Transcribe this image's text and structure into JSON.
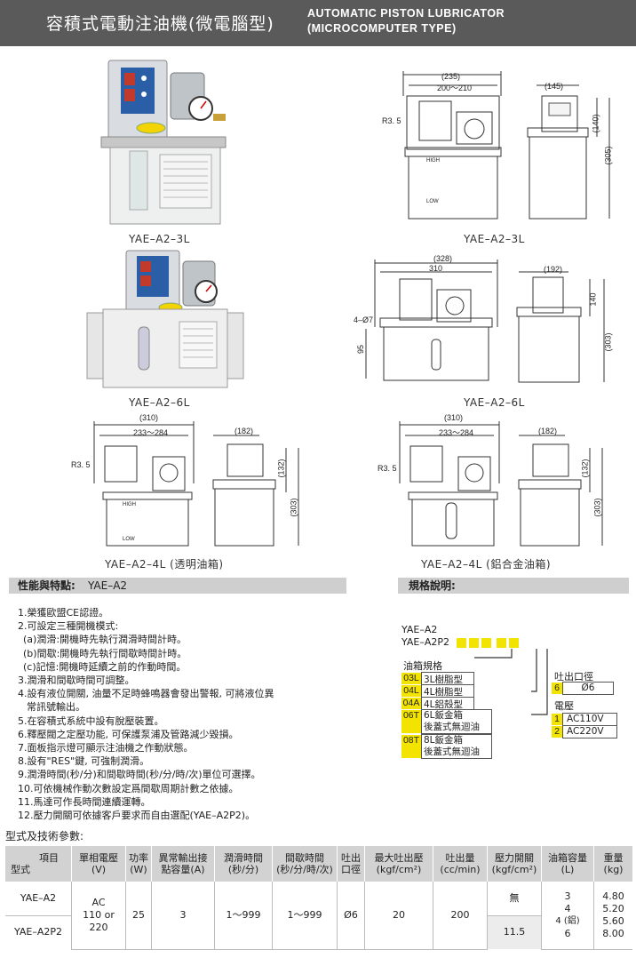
{
  "header": {
    "title_cn": "容積式電動注油機(微電腦型)",
    "title_en_1": "AUTOMATIC  PISTON  LUBRICATOR",
    "title_en_2": "(MICROCOMPUTER  TYPE)"
  },
  "photos": {
    "p3l": "YAE–A2–3L",
    "p6l": "YAE–A2–6L"
  },
  "drawings": {
    "d3l": {
      "caption": "YAE–A2–3L",
      "w1": "(235)",
      "w2": "200～210",
      "r": "R3. 5",
      "side_w": "(145)",
      "h1": "(140)",
      "h2": "(305)",
      "high": "HIGH",
      "low": "LOW"
    },
    "d6l": {
      "caption": "YAE–A2–6L",
      "w1": "(328)",
      "w2": "310",
      "hole": "4–Ø7",
      "h95": "95",
      "side_w": "(192)",
      "h1": "140",
      "h2": "(303)"
    },
    "d4l": {
      "caption": "YAE–A2–4L (透明油箱)",
      "w1": "(310)",
      "w2": "233～284",
      "r": "R3. 5",
      "side_w": "(182)",
      "h1": "(132)",
      "h2": "(303)",
      "high": "HIGH",
      "low": "LOW"
    },
    "d4la": {
      "caption": "YAE–A2–4L (鋁合金油箱)",
      "w1": "(310)",
      "w2": "233～284",
      "r": "R3. 5",
      "side_w": "(182)",
      "h1": "(132)",
      "h2": "(303)"
    }
  },
  "features": {
    "bar_label": "性能與特點:",
    "bar_model": "YAE–A2",
    "items": [
      "1.榮獲歐盟CE認證。",
      "2.可設定三種開機模式:",
      "  (a)潤滑:開機時先執行潤滑時間計時。",
      "  (b)間歇:開機時先執行間歇時間計時。",
      "  (c)記憶:開機時延續之前的作動時間。",
      "3.潤滑和間歇時間可調整。",
      "4.設有液位開關, 油量不足時蜂鳴器會發出警報, 可將液位異",
      "   常訊號輸出。",
      "5.在容積式系統中設有脫壓裝置。",
      "6.釋壓閥之定壓功能, 可保護泵浦及管路減少毀損。",
      "7.面板指示燈可顯示注油機之作動狀態。",
      "8.設有\"RES\"鍵, 可強制潤滑。",
      "9.潤滑時間(秒/分)和間歇時間(秒/分/時/次)單位可選擇。",
      "10.可依機械作動次數設定爲間歇周期計數之依據。",
      "11.馬達可作長時間連續運轉。",
      "12.壓力開關可依據客戶要求而自由選配(YAE–A2P2)。"
    ]
  },
  "spec": {
    "bar_label": "規格說明:",
    "model1": "YAE–A2",
    "model2": "YAE–A2P2",
    "tank_title": "油箱規格",
    "tanks": [
      {
        "code": "03L",
        "desc1": "3L樹脂型",
        "desc2": ""
      },
      {
        "code": "04L",
        "desc1": "4L樹脂型",
        "desc2": ""
      },
      {
        "code": "04A",
        "desc1": "4L鋁殼型",
        "desc2": ""
      },
      {
        "code": "06T",
        "desc1": "6L鈑金箱",
        "desc2": "後蓋式無迴油"
      },
      {
        "code": "08T",
        "desc1": "8L鈑金箱",
        "desc2": "後蓋式無迴油"
      }
    ],
    "outlet_title": "吐出口徑",
    "outlet_code": "6",
    "outlet_val": "Ø6",
    "volt_title": "電壓",
    "volts": [
      {
        "code": "1",
        "val": "AC110V"
      },
      {
        "code": "2",
        "val": "AC220V"
      }
    ]
  },
  "table": {
    "title": "型式及技術參數:",
    "headers": [
      "項目",
      "型式",
      "單相電壓",
      "(V)",
      "功率",
      "(W)",
      "異常輸出接",
      "點容量(A)",
      "潤滑時間",
      "(秒/分)",
      "間歇時間",
      "(秒/分/時/次)",
      "吐出",
      "口徑",
      "最大吐出壓",
      "(kgf/cm²)",
      "吐出量",
      "(cc/min)",
      "壓力開關",
      "(kgf/cm²)",
      "油箱容量",
      "(L)",
      "重量",
      "(kg)"
    ],
    "rows": [
      {
        "model": "YAE–A2",
        "voltage_1": "AC",
        "voltage_2": "110 or 220",
        "power": "25",
        "alarm": "3",
        "lube": "1～999",
        "interval": "1～999",
        "port": "Ø6",
        "max_p": "20",
        "flow": "200",
        "ps": "無"
      },
      {
        "model": "YAE–A2P2",
        "ps": "11.5"
      }
    ],
    "tank_caps": [
      "3",
      "4",
      "4 (鋁)",
      "6"
    ],
    "weights": [
      "4.80",
      "5.20",
      "5.60",
      "8.00"
    ]
  }
}
